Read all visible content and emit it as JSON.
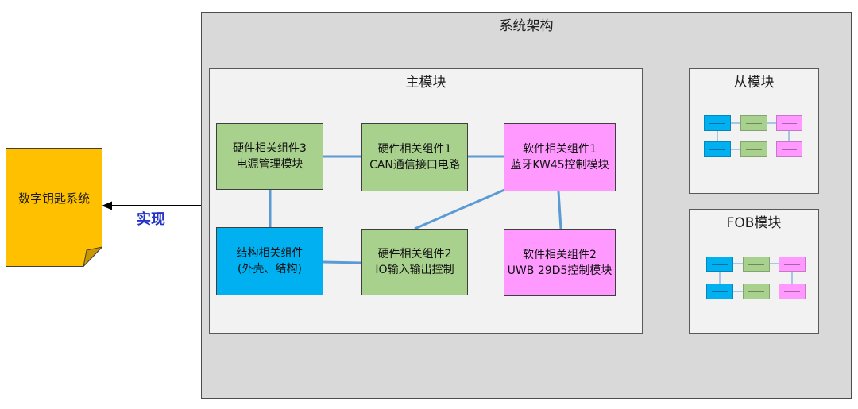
{
  "colors": {
    "system_bg": "#d9d9d9",
    "module_bg": "#f2f2f2",
    "hardware": "#a9d18e",
    "structure": "#00b0f0",
    "software": "#ff99ff",
    "connector": "#5b9bd5",
    "note": "#ffc000",
    "note_fold": "#c99600",
    "arrow_label": "#2433c7"
  },
  "note": {
    "label": "数字钥匙系统"
  },
  "arrow": {
    "label": "实现"
  },
  "system": {
    "title": "系统架构",
    "main_module": {
      "title": "主模块",
      "components": {
        "hw3": {
          "title": "硬件相关组件3",
          "subtitle": "电源管理模块"
        },
        "hw1": {
          "title": "硬件相关组件1",
          "subtitle": "CAN通信接口电路"
        },
        "sw1": {
          "title": "软件相关组件1",
          "subtitle": "蓝牙KW45控制模块"
        },
        "structure": {
          "title": "结构相关组件",
          "subtitle": "(外壳、结构)"
        },
        "hw2": {
          "title": "硬件相关组件2",
          "subtitle": "IO输入输出控制"
        },
        "sw2": {
          "title": "软件相关组件2",
          "subtitle": "UWB 29D5控制模块"
        }
      }
    },
    "slave_module": {
      "title": "从模块"
    },
    "fob_module": {
      "title": "FOB模块"
    }
  }
}
